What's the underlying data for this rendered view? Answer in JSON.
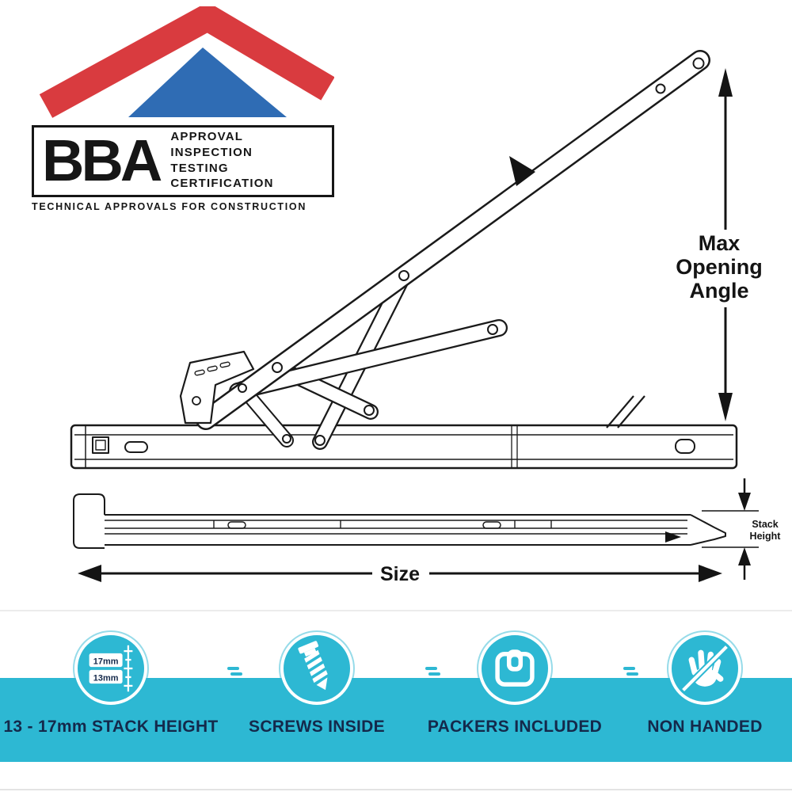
{
  "bba_logo": {
    "name": "BBA",
    "services": [
      "APPROVAL",
      "INSPECTION",
      "TESTING",
      "CERTIFICATION"
    ],
    "tagline": "TECHNICAL APPROVALS FOR CONSTRUCTION",
    "roof_red": "#d93b3f",
    "roof_blue": "#2f6cb4"
  },
  "diagram": {
    "max_opening": {
      "line1": "Max",
      "line2": "Opening",
      "line3": "Angle"
    },
    "size_label": "Size",
    "stack_height": {
      "line1": "Stack",
      "line2": "Height"
    },
    "line_color": "#1a1a1a"
  },
  "features": {
    "band_color": "#2db8d3",
    "label_color": "#14294b",
    "items": [
      {
        "label": "13 - 17mm STACK HEIGHT",
        "icon": "stack-height-gauge-icon",
        "gauge_top": "17mm",
        "gauge_bottom": "13mm"
      },
      {
        "label": "SCREWS INSIDE",
        "icon": "screw-icon"
      },
      {
        "label": "PACKERS INCLUDED",
        "icon": "packer-icon"
      },
      {
        "label": "NON HANDED",
        "icon": "hand-no-icon"
      }
    ]
  }
}
